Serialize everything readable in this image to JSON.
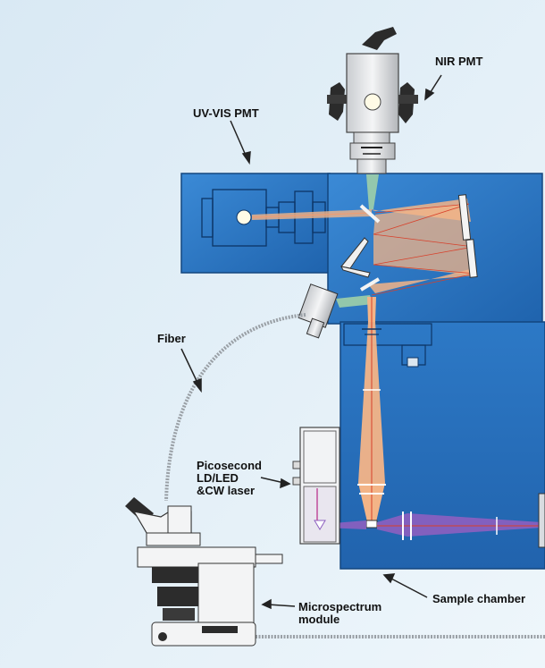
{
  "labels": {
    "nir_pmt": "NIR PMT",
    "uv_vis_pmt": "UV-VIS PMT",
    "fiber": "Fiber",
    "laser_line1": "Picosecond",
    "laser_line2": "LD/LED",
    "laser_line3": "&CW laser",
    "sample_chamber": "Sample chamber",
    "micro_line1": "Microspectrum",
    "micro_line2": "module"
  },
  "colors": {
    "background": "#e6f1f8",
    "panel_blue": "#2f7fcf",
    "panel_dark": "#1f5fa8",
    "beam_orange": "#f3b487",
    "beam_red": "#d8402a",
    "beam_purple": "#8d5fc0",
    "beam_green": "#9fcfa8"
  }
}
